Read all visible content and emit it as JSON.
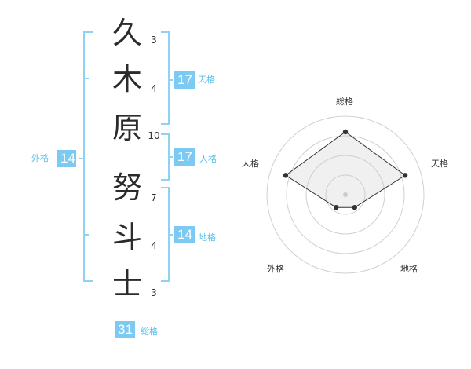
{
  "name": {
    "characters": [
      {
        "char": "久",
        "strokes": "3"
      },
      {
        "char": "木",
        "strokes": "4"
      },
      {
        "char": "原",
        "strokes": "10"
      },
      {
        "char": "努",
        "strokes": "7"
      },
      {
        "char": "斗",
        "strokes": "4"
      },
      {
        "char": "士",
        "strokes": "3"
      }
    ]
  },
  "fortune": {
    "tenkaku": {
      "label": "天格",
      "value": "17"
    },
    "jinkaku": {
      "label": "人格",
      "value": "17"
    },
    "chikaku": {
      "label": "地格",
      "value": "14"
    },
    "gaikaku": {
      "label": "外格",
      "value": "14"
    },
    "soukaku": {
      "label": "総格",
      "value": "31"
    }
  },
  "colors": {
    "accent": "#7cc9f1",
    "bracket": "#8fd2f4",
    "text": "#2b2b2b"
  },
  "chart_data": {
    "type": "radar",
    "axes": [
      "総格",
      "天格",
      "地格",
      "外格",
      "人格"
    ],
    "values": [
      4,
      4,
      1,
      1,
      4
    ],
    "max": 5,
    "rings": 4
  }
}
